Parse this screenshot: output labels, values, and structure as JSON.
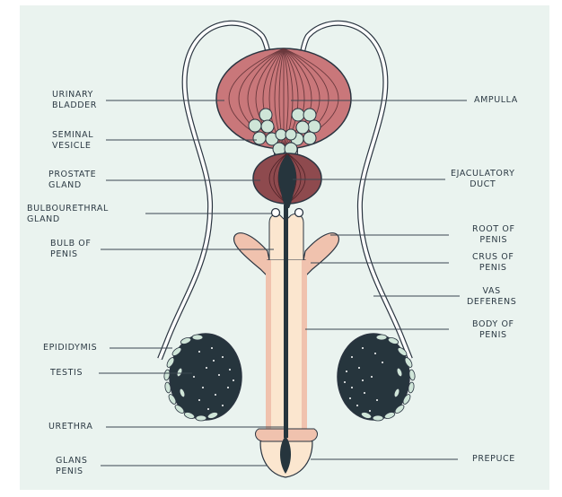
{
  "colors": {
    "background": "#eaf3ef",
    "outline": "#2a3440",
    "bladder": "#c9777a",
    "prostate": "#8e4a4e",
    "dark": "#26353d",
    "vesicle": "#cfe5d8",
    "skin": "#f0c2ae",
    "cream": "#fbe6cf"
  },
  "labels": {
    "left": {
      "urinary_bladder": [
        "URINARY",
        "BLADDER"
      ],
      "seminal_vesicle": [
        "SEMINAL",
        "VESICLE"
      ],
      "prostate_gland": [
        "PROSTATE",
        "GLAND"
      ],
      "bulbourethral_gland": [
        "BULBOURETHRAL",
        "GLAND"
      ],
      "bulb_of_penis": [
        "BULB OF",
        "PENIS"
      ],
      "epididymis": [
        "EPIDIDYMIS"
      ],
      "testis": [
        "TESTIS"
      ],
      "urethra": [
        "URETHRA"
      ],
      "glans_penis": [
        "GLANS",
        "PENIS"
      ]
    },
    "right": {
      "ampulla": [
        "AMPULLA"
      ],
      "ejaculatory_duct": [
        "EJACULATORY",
        "DUCT"
      ],
      "root_of_penis": [
        "ROOT OF",
        "PENIS"
      ],
      "crus_of_penis": [
        "CRUS OF",
        "PENIS"
      ],
      "vas_deferens": [
        "VAS",
        "DEFERENS"
      ],
      "body_of_penis": [
        "BODY OF",
        "PENIS"
      ],
      "prepuce": [
        "PREPUCE"
      ]
    }
  }
}
